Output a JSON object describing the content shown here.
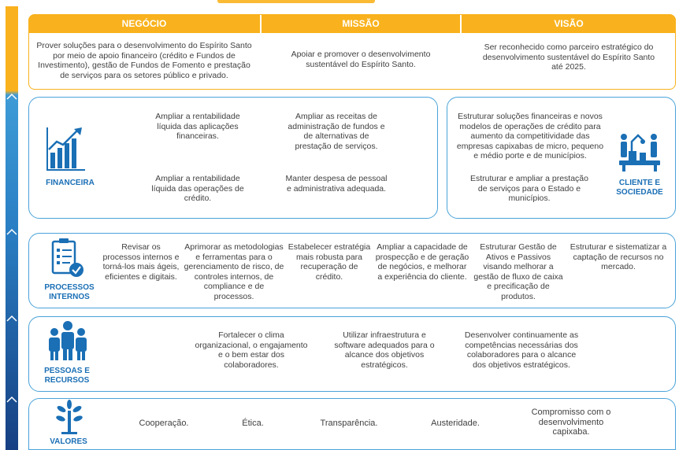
{
  "header": {
    "negocio": "NEGÓCIO",
    "missao": "MISSÃO",
    "visao": "VISÃO",
    "negocio_text": "Prover soluções para o desenvolvimento do Espírito Santo por meio de apoio financeiro (crédito e Fundos de Investimento), gestão de Fundos de Fomento e prestação de serviços para os setores público e privado.",
    "missao_text": "Apoiar e promover o desenvolvimento sustentável do Espírito Santo.",
    "visao_text": "Ser reconhecido como parceiro estratégico do desenvolvimento sustentável do Espírito Santo até 2025."
  },
  "financeira": {
    "label": "FINANCEIRA",
    "items": [
      "Ampliar a rentabilidade líquida das aplicações financeiras.",
      "Ampliar as receitas de administração de fundos e de alternativas de prestação de serviços.",
      "Ampliar a rentabilidade líquida das operações de crédito.",
      "Manter despesa de pessoal e administrativa adequada."
    ]
  },
  "cliente": {
    "label": "CLIENTE E SOCIEDADE",
    "items": [
      "Estruturar soluções financeiras e novos modelos de operações de crédito para aumento da competitividade das empresas capixabas de micro, pequeno e médio porte e de municípios.",
      "Estruturar e ampliar a prestação de serviços para o Estado e municípios."
    ]
  },
  "processos": {
    "label": "PROCESSOS INTERNOS",
    "items": [
      "Revisar os processos internos e torná-los mais ágeis, eficientes e digitais.",
      "Aprimorar as metodologias e ferramentas para o gerenciamento de risco, de controles internos, de compliance e de processos.",
      "Estabelecer estratégia mais robusta para recuperação de crédito.",
      "Ampliar a capacidade de prospecção e de geração de negócios, e melhorar a experiência do cliente.",
      "Estruturar Gestão de Ativos e Passivos visando melhorar a gestão de fluxo de caixa e precificação de produtos.",
      "Estruturar e sistematizar a captação de recursos no mercado."
    ]
  },
  "pessoas": {
    "label": "PESSOAS E RECURSOS",
    "items": [
      "Fortalecer o clima organizacional, o engajamento e o bem estar dos colaboradores.",
      "Utilizar infraestrutura e software adequados para o alcance dos objetivos estratégicos.",
      "Desenvolver continuamente as competências necessárias dos colaboradores para o alcance dos objetivos estratégicos."
    ]
  },
  "valores": {
    "label": "VALORES",
    "items": [
      "Cooperação.",
      "Ética.",
      "Transparência.",
      "Austeridade.",
      "Compromisso com o desenvolvimento capixaba."
    ]
  },
  "colors": {
    "orange": "#f9b21d",
    "blue": "#1a6fb5",
    "border": "#4aa3d9"
  }
}
